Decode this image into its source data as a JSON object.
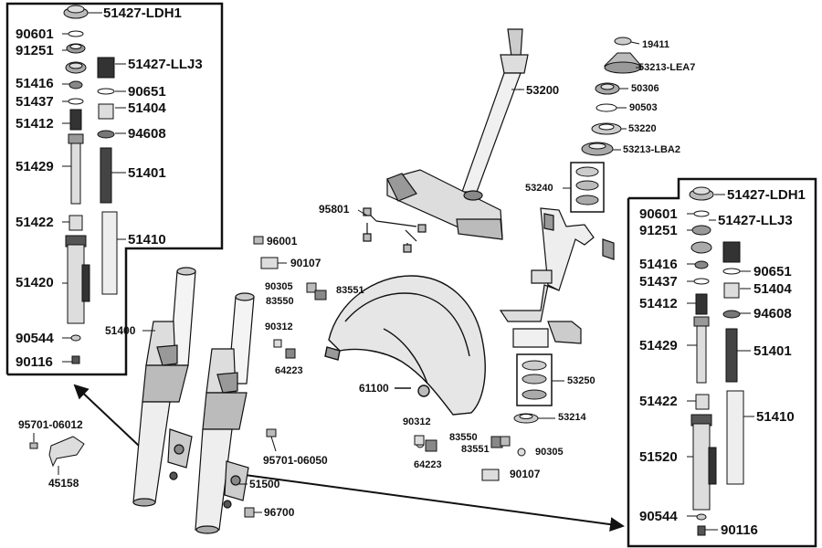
{
  "diagram": {
    "left_box_labels": [
      "51427-LDH1",
      "90601",
      "91251",
      "51427-LLJ3",
      "51416",
      "90651",
      "51437",
      "51404",
      "51412",
      "94608",
      "51429",
      "51401",
      "51422",
      "51410",
      "51420",
      "90544",
      "90116"
    ],
    "right_box_labels": [
      "51427-LDH1",
      "90601",
      "91251",
      "51427-LLJ3",
      "51416",
      "90651",
      "51437",
      "51404",
      "51412",
      "94608",
      "51429",
      "51401",
      "51422",
      "51410",
      "51520",
      "90544",
      "90116"
    ],
    "center_labels": [
      "51400",
      "51500",
      "95701-06012",
      "45158",
      "95701-06050",
      "96700",
      "96001",
      "90107",
      "90305",
      "83551",
      "83550",
      "90312",
      "64223",
      "61100",
      "90312",
      "83550",
      "83551",
      "90305",
      "64223",
      "90107",
      "95801",
      "53200"
    ],
    "steering_labels": [
      "19411",
      "53213-LEA7",
      "50306",
      "90503",
      "53220",
      "53213-LBA2",
      "53240",
      "53250",
      "53214"
    ]
  }
}
